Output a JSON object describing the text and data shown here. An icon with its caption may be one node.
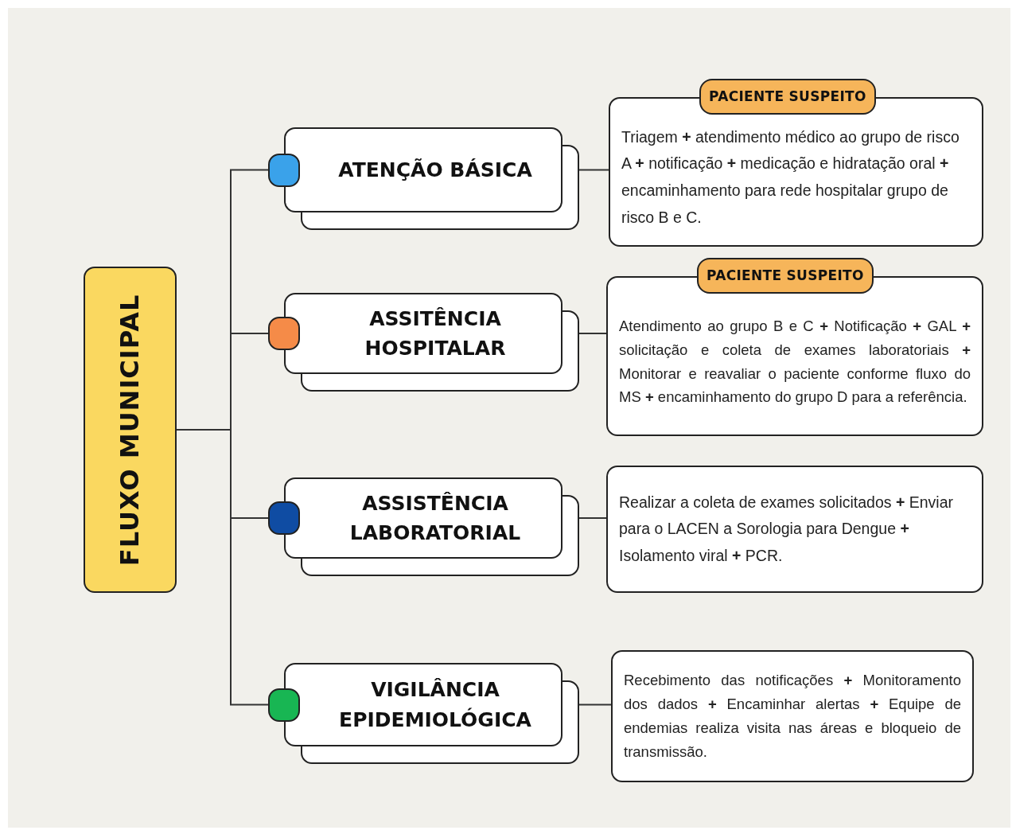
{
  "diagram": {
    "nodes": [
      {
        "text": [
          "FLUXO MUNICIPAL"
        ]
      },
      {
        "text": [
          "ATENÇÃO BÁSICA"
        ]
      },
      {
        "text": [
          "ASSITÊNCIA HOSPITALAR"
        ]
      },
      {
        "text": [
          "ASSISTÊNCIA LABORATORIAL"
        ]
      },
      {
        "text": [
          "VIGILÂNCIA EPIDEMIOLÓGICA"
        ]
      },
      {
        "text": [
          "PACIENTE SUSPEITO",
          "Triagem **+** atendimento médico ao grupo de risco A **+** notificação **+** medicação e hidratação oral **+** encaminhamento para rede hospitalar grupo de risco B e C."
        ]
      },
      {
        "text": [
          "PACIENTE SUSPEITO",
          "Atendimento ao grupo B e C **+** Notificação **+** GAL **+** solicitação e coleta de exames laboratoriais **+** Monitorar e reavaliar o paciente conforme fluxo do MS **+** encaminhamento do grupo D para a referência."
        ]
      },
      {
        "text": [
          "Realizar a coleta de exames solicitados **+** Enviar para o LACEN a Sorologia para Dengue **+** Isolamento viral **+** PCR."
        ]
      },
      {
        "text": [
          "Recebimento das notificações **+** Monitoramento dos dados **+** Encaminhar alertas **+** Equipe de endemias realiza visita nas áreas e bloqueio de transmissão."
        ]
      }
    ],
    "edges": [
      {
        "from": 0,
        "to": 1,
        "arrow": "none"
      },
      {
        "from": 0,
        "to": 2,
        "arrow": "none"
      },
      {
        "from": 0,
        "to": 3,
        "arrow": "none"
      },
      {
        "from": 0,
        "to": 4,
        "arrow": "none"
      },
      {
        "from": 1,
        "to": 5,
        "arrow": "none"
      },
      {
        "from": 2,
        "to": 6,
        "arrow": "none"
      },
      {
        "from": 3,
        "to": 7,
        "arrow": "none"
      },
      {
        "from": 4,
        "to": 8,
        "arrow": "none"
      }
    ]
  }
}
